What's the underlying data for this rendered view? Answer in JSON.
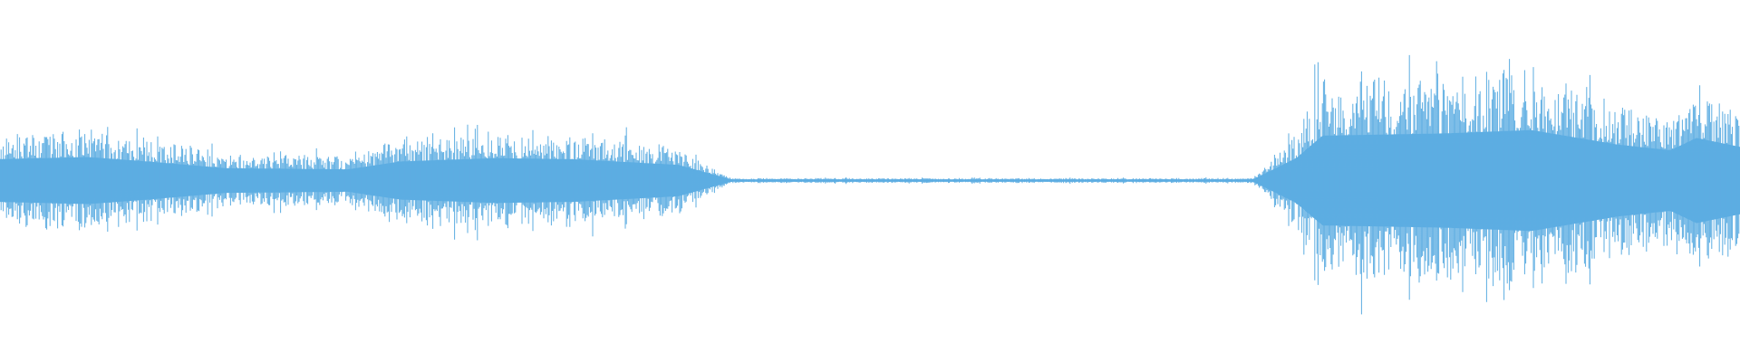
{
  "waveform": {
    "color": "#5dade2",
    "background": "#ffffff",
    "description_key": "audio-waveform",
    "envelope": {
      "segments": [
        {
          "from": 0.0,
          "to": 0.05,
          "amp_start": 0.19,
          "amp_end": 0.21
        },
        {
          "from": 0.05,
          "to": 0.085,
          "amp_start": 0.21,
          "amp_end": 0.17
        },
        {
          "from": 0.085,
          "to": 0.13,
          "amp_start": 0.17,
          "amp_end": 0.11
        },
        {
          "from": 0.13,
          "to": 0.2,
          "amp_start": 0.11,
          "amp_end": 0.1
        },
        {
          "from": 0.2,
          "to": 0.23,
          "amp_start": 0.1,
          "amp_end": 0.17
        },
        {
          "from": 0.23,
          "to": 0.285,
          "amp_start": 0.17,
          "amp_end": 0.2
        },
        {
          "from": 0.285,
          "to": 0.33,
          "amp_start": 0.2,
          "amp_end": 0.19
        },
        {
          "from": 0.33,
          "to": 0.39,
          "amp_start": 0.19,
          "amp_end": 0.14
        },
        {
          "from": 0.39,
          "to": 0.42,
          "amp_start": 0.14,
          "amp_end": 0.01
        },
        {
          "from": 0.42,
          "to": 0.72,
          "amp_start": 0.01,
          "amp_end": 0.01
        },
        {
          "from": 0.72,
          "to": 0.745,
          "amp_start": 0.01,
          "amp_end": 0.2
        },
        {
          "from": 0.745,
          "to": 0.76,
          "amp_start": 0.2,
          "amp_end": 0.4
        },
        {
          "from": 0.76,
          "to": 0.83,
          "amp_start": 0.4,
          "amp_end": 0.42
        },
        {
          "from": 0.83,
          "to": 0.88,
          "amp_start": 0.42,
          "amp_end": 0.45
        },
        {
          "from": 0.88,
          "to": 0.93,
          "amp_start": 0.45,
          "amp_end": 0.32
        },
        {
          "from": 0.93,
          "to": 0.96,
          "amp_start": 0.32,
          "amp_end": 0.27
        },
        {
          "from": 0.96,
          "to": 0.975,
          "amp_start": 0.27,
          "amp_end": 0.38
        },
        {
          "from": 0.975,
          "to": 1.0,
          "amp_start": 0.38,
          "amp_end": 0.3
        }
      ]
    }
  }
}
